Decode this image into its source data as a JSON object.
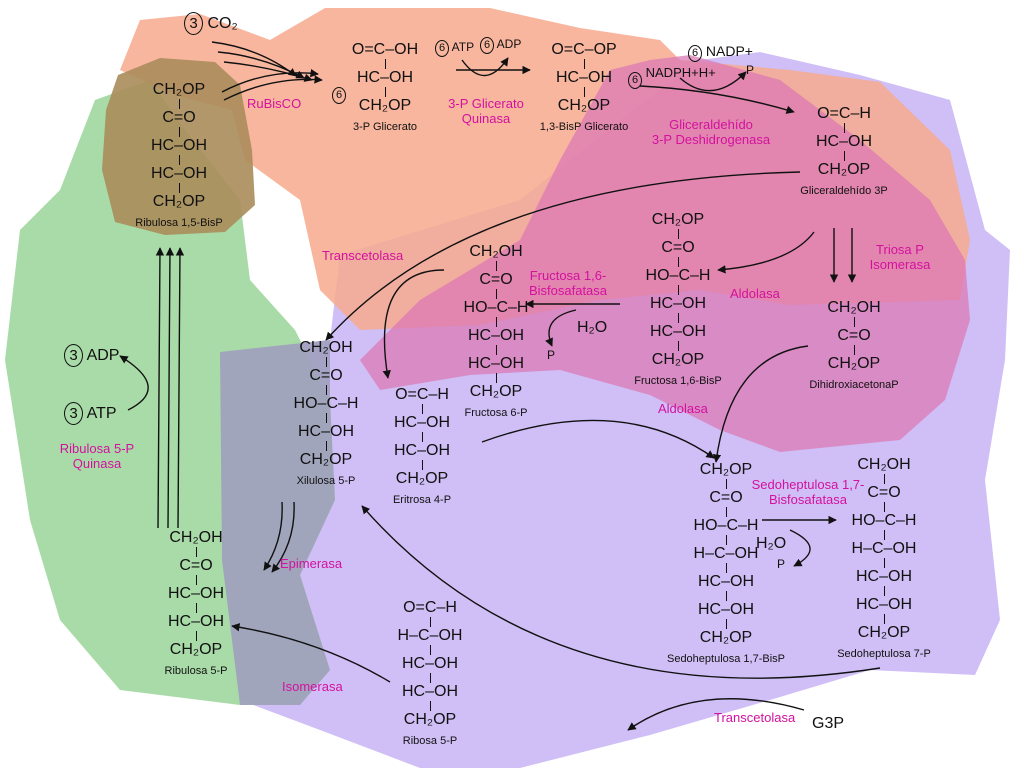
{
  "colors": {
    "bg": "#000000",
    "panel": "#ffffff",
    "carboxylation_region": "#f7a98e",
    "reduction_region": "#dc7ab4",
    "regeneration_region": "#c8b4f5",
    "ribulose_region": "#a0d7a0",
    "rubp_region": "#aa8c5a",
    "overlap_gray": "#a0a0be",
    "enzyme_text": "#d4109f",
    "ink": "#111111"
  },
  "molecules": {
    "rubp": {
      "name": "Ribulosa 1,5-BisP",
      "lines": [
        "CH₂OP",
        "C=O",
        "HC–OH",
        "HC–OH",
        "CH₂OP"
      ]
    },
    "pga": {
      "name": "3-P Glicerato",
      "lines": [
        "O=C–OH",
        "HC–OH",
        "CH₂OP"
      ]
    },
    "bpg": {
      "name": "1,3-BisP Glicerato",
      "lines": [
        "O=C–OP",
        "HC–OH",
        "CH₂OP"
      ]
    },
    "g3p": {
      "name": "Gliceraldehído 3P",
      "lines": [
        "O=C–H",
        "HC–OH",
        "CH₂OP"
      ]
    },
    "fbp": {
      "name": "Fructosa 1,6-BisP",
      "lines": [
        "CH₂OP",
        "C=O",
        "HO–C–H",
        "HC–OH",
        "HC–OH",
        "CH₂OP"
      ]
    },
    "f6p": {
      "name": "Fructosa 6-P",
      "lines": [
        "CH₂OH",
        "C=O",
        "HO–C–H",
        "HC–OH",
        "HC–OH",
        "CH₂OP"
      ]
    },
    "dhap": {
      "name": "DihidroxiacetonaP",
      "lines": [
        "CH₂OH",
        "C=O",
        "CH₂OP"
      ]
    },
    "xu5p": {
      "name": "Xilulosa 5-P",
      "lines": [
        "CH₂OH",
        "C=O",
        "HO–C–H",
        "HC–OH",
        "CH₂OP"
      ]
    },
    "e4p": {
      "name": "Eritrosa 4-P",
      "lines": [
        "O=C–H",
        "HC–OH",
        "HC–OH",
        "CH₂OP"
      ]
    },
    "sbp": {
      "name": "Sedoheptulosa 1,7-BisP",
      "lines": [
        "CH₂OP",
        "C=O",
        "HO–C–H",
        "H–C–OH",
        "HC–OH",
        "HC–OH",
        "CH₂OP"
      ]
    },
    "s7p": {
      "name": "Sedoheptulosa 7-P",
      "lines": [
        "CH₂OH",
        "C=O",
        "HO–C–H",
        "H–C–OH",
        "HC–OH",
        "HC–OH",
        "CH₂OP"
      ]
    },
    "ru5p": {
      "name": "Ribulosa 5-P",
      "lines": [
        "CH₂OH",
        "C=O",
        "HC–OH",
        "HC–OH",
        "CH₂OP"
      ]
    },
    "r5p": {
      "name": "Ribosa 5-P",
      "lines": [
        "O=C–H",
        "H–C–OH",
        "HC–OH",
        "HC–OH",
        "CH₂OP"
      ]
    }
  },
  "enzymes": {
    "rubisco": "RuBisCO",
    "pga_kinase_1": "3-P Glicerato",
    "pga_kinase_2": "Quinasa",
    "gapdh_1": "Gliceraldehído",
    "gapdh_2": "3-P Deshidrogenasa",
    "transketolase_top": "Transcetolasa",
    "fbpase_1": "Fructosa 1,6-",
    "fbpase_2": "Bisfosafatasa",
    "aldolase_top": "Aldolasa",
    "tpi_1": "Triosa P",
    "tpi_2": "Isomerasa",
    "aldolase_bottom": "Aldolasa",
    "sbpase_1": "Sedoheptulosa 1,7-",
    "sbpase_2": "Bisfosafatasa",
    "epimerase": "Epimerasa",
    "isomerase": "Isomerasa",
    "transketolase_bottom": "Transcetolasa",
    "prk_1": "Ribulosa 5-P",
    "prk_2": "Quinasa"
  },
  "cofactors": {
    "co2_coef": "3",
    "co2": "CO₂",
    "pga_coef": "6",
    "atp_coef": "6",
    "atp": "ATP",
    "adp_coef": "6",
    "adp": "ADP",
    "nadp_coef": "6",
    "nadp": "NADP+",
    "p_top": "P",
    "nadph_coef": "6",
    "nadph": "NADPH+H+",
    "h2o_fbp": "H₂O",
    "p_fbp": "P",
    "h2o_sbp": "H₂O",
    "p_sbp": "P",
    "adp3_coef": "3",
    "adp3": "ADP",
    "atp3_coef": "3",
    "atp3": "ATP",
    "g3p_out": "G3P"
  }
}
